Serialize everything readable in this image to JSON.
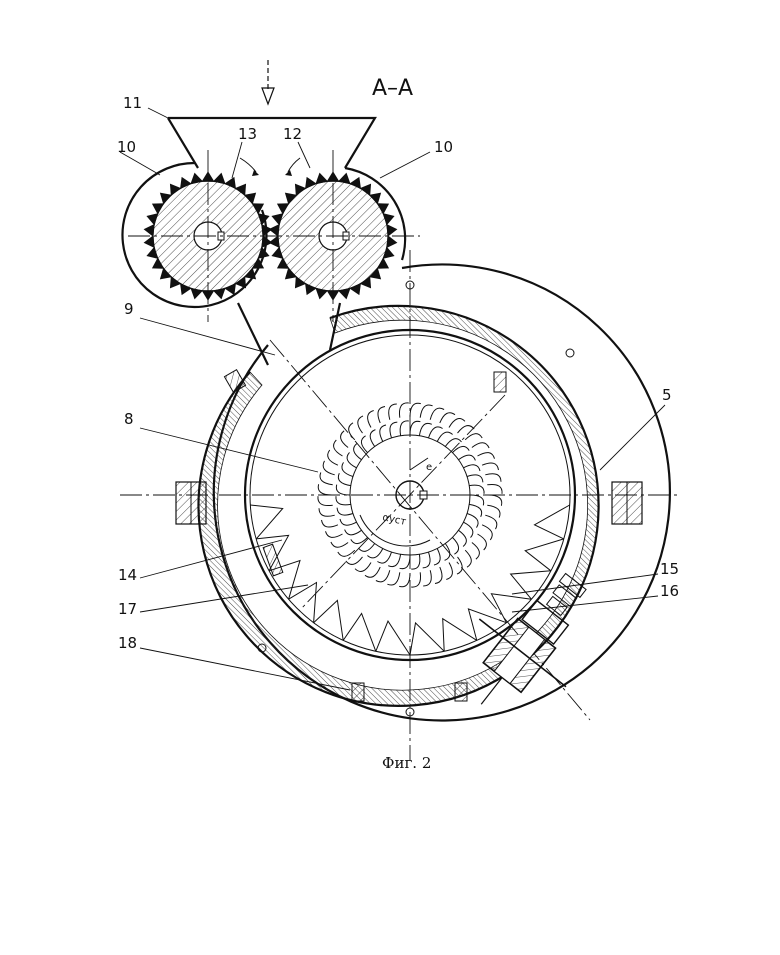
{
  "section_label": "А–А",
  "caption": "Фиг. 2",
  "dimension_labels": {
    "eccentricity": "e",
    "angle": "αуст"
  },
  "callouts": [
    {
      "id": "11",
      "text": "11"
    },
    {
      "id": "13",
      "text": "13"
    },
    {
      "id": "12",
      "text": "12"
    },
    {
      "id": "10a",
      "text": "10"
    },
    {
      "id": "10b",
      "text": "10"
    },
    {
      "id": "9",
      "text": "9"
    },
    {
      "id": "8",
      "text": "8"
    },
    {
      "id": "5",
      "text": "5"
    },
    {
      "id": "14",
      "text": "14"
    },
    {
      "id": "17",
      "text": "17"
    },
    {
      "id": "15",
      "text": "15"
    },
    {
      "id": "16",
      "text": "16"
    },
    {
      "id": "18",
      "text": "18"
    }
  ]
}
